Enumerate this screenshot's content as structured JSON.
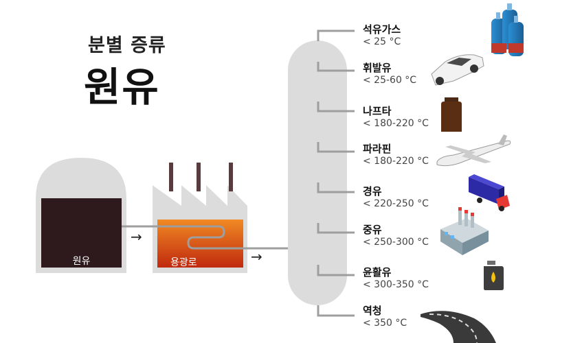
{
  "header": {
    "subtitle": "분별 증류",
    "title": "원유"
  },
  "tank": {
    "label": "원유"
  },
  "furnace": {
    "label": "용광로"
  },
  "arrows": {
    "glyph": "→"
  },
  "products": [
    {
      "name": "석유가스",
      "temp": "< 25 °C",
      "icon": "gas-cylinders-icon"
    },
    {
      "name": "휘발유",
      "temp": "< 25-60 °C",
      "icon": "car-icon"
    },
    {
      "name": "나프타",
      "temp": "< 180-220 °C",
      "icon": "bottle-icon"
    },
    {
      "name": "파라핀",
      "temp": "< 180-220 °C",
      "icon": "airplane-icon"
    },
    {
      "name": "경유",
      "temp": "< 220-250 °C",
      "icon": "truck-icon"
    },
    {
      "name": "중유",
      "temp": "< 250-300 °C",
      "icon": "factory-icon"
    },
    {
      "name": "윤활유",
      "temp": "< 300-350 °C",
      "icon": "oil-can-icon"
    },
    {
      "name": "역청",
      "temp": "< 350 °C",
      "icon": "road-icon"
    }
  ],
  "colors": {
    "structure": "#dcdcdc",
    "pipe": "#9e9e9e",
    "oil": "#2e1a1c",
    "furnace_top": "#f08a24",
    "furnace_bottom": "#c0290e"
  }
}
